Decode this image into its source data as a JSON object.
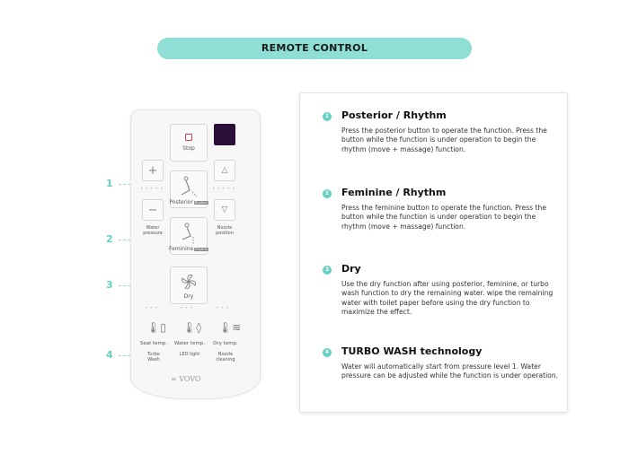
{
  "banner": {
    "title": "REMOTE CONTROL"
  },
  "remote": {
    "stop": "Stop",
    "posterior": "Posterior",
    "feminine": "Feminine",
    "rhythm_badge": "Rhythm",
    "dry": "Dry",
    "water_pressure": "Water pressure",
    "nozzle_position": "Nozzle position",
    "seat_temp": "Seat temp.",
    "water_temp": "Water temp.",
    "dry_temp": "Dry temp.",
    "turbo_wash": "Turbo Wash",
    "led_light": "LED light",
    "nozzle_cleaning": "Nozzle cleaning",
    "brand": "VOVO",
    "plus": "+",
    "minus": "−",
    "up": "△",
    "down": "▽",
    "display_color": "#2a1038"
  },
  "callouts": [
    "1",
    "2",
    "3",
    "4"
  ],
  "panel": {
    "items": [
      {
        "num": "1",
        "title": "Posterior / Rhythm",
        "text": "Press the posterior button to operate the function. Press the button while the function is under operation to begin the rhythm (move + massage) function."
      },
      {
        "num": "2",
        "title": "Feminine / Rhythm",
        "text": "Press the feminine button to operate the function. Press the button while the function is under operation to begin the rhythm (move + massage) function."
      },
      {
        "num": "3",
        "title": "Dry",
        "text": "Use the dry function after using posterior, feminine, or turbo wash function to dry the remaining water. wipe the remaining water with toilet paper before using the dry function to  maximize the effect."
      },
      {
        "num": "4",
        "title": "TURBO WASH technology",
        "text": "Water will automatically start from pressure level 1. Water pressure can be adjusted while the function is under operation."
      }
    ]
  },
  "colors": {
    "accent": "#67cfc6",
    "banner": "#8fdfd6"
  }
}
